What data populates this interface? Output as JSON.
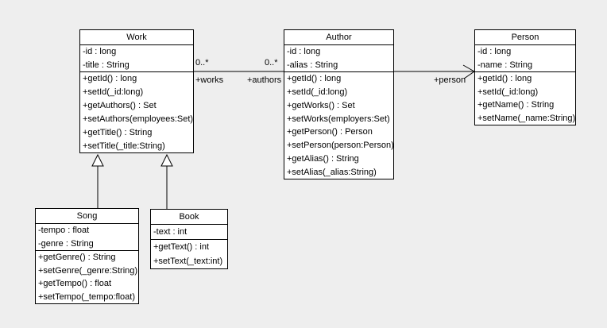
{
  "diagram": {
    "type": "uml-class-diagram",
    "background_color": "#eeeeee",
    "node_fill_color": "#ffffff",
    "line_color": "#000000"
  },
  "classes": {
    "work": {
      "name": "Work",
      "attributes": [
        "-id : long",
        "-title : String"
      ],
      "methods": [
        "+getId() : long",
        "+setId(_id:long)",
        "+getAuthors() : Set",
        "+setAuthors(employees:Set)",
        "+getTitle() : String",
        "+setTitle(_title:String)"
      ]
    },
    "author": {
      "name": "Author",
      "attributes": [
        "-id : long",
        "-alias : String"
      ],
      "methods": [
        "+getId() : long",
        "+setId(_id:long)",
        "+getWorks() : Set",
        "+setWorks(employers:Set)",
        "+getPerson() : Person",
        "+setPerson(person:Person)",
        "+getAlias() : String",
        "+setAlias(_alias:String)"
      ]
    },
    "person": {
      "name": "Person",
      "attributes": [
        "-id : long",
        "-name : String"
      ],
      "methods": [
        "+getId() : long",
        "+setId(_id:long)",
        "+getName() : String",
        "+setName(_name:String)"
      ]
    },
    "song": {
      "name": "Song",
      "attributes": [
        "-tempo : float",
        "-genre : String"
      ],
      "methods": [
        "+getGenre() : String",
        "+setGenre(_genre:String)",
        "+getTempo() : float",
        "+setTempo(_tempo:float)"
      ]
    },
    "book": {
      "name": "Book",
      "attributes": [
        "-text : int"
      ],
      "methods": [
        "+getText() : int",
        "+setText(_text:int)"
      ]
    }
  },
  "associations": {
    "work_author": {
      "type": "association",
      "multiplicity_work": "0..*",
      "multiplicity_author": "0..*",
      "role_work": "+works",
      "role_author": "+authors"
    },
    "author_person": {
      "type": "directed-association",
      "role_person": "+person"
    },
    "song_work": {
      "type": "generalization"
    },
    "book_work": {
      "type": "generalization"
    }
  }
}
